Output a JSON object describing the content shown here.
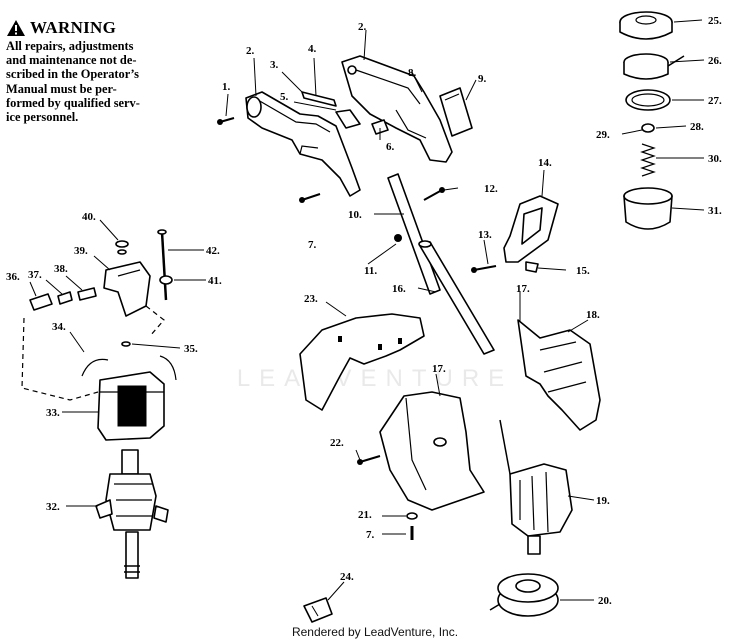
{
  "warning": {
    "title": "WARNING",
    "lines": [
      "All repairs, adjustments",
      "and maintenance not de-",
      "scribed in the Operator’s",
      "Manual must be per-",
      "formed by qualified serv-",
      "ice personnel."
    ]
  },
  "watermark": "LEADVENTURE",
  "footer": "Rendered by LeadVenture, Inc.",
  "callouts": {
    "c1": "1.",
    "c2a": "2.",
    "c2b": "2.",
    "c3": "3.",
    "c4": "4.",
    "c5": "5.",
    "c6": "6.",
    "c7a": "7.",
    "c7b": "7.",
    "c8": "8.",
    "c9": "9.",
    "c10": "10.",
    "c11": "11.",
    "c12": "12.",
    "c13": "13.",
    "c14": "14.",
    "c15": "15.",
    "c16": "16.",
    "c17a": "17.",
    "c17b": "17.",
    "c18": "18.",
    "c19": "19.",
    "c20": "20.",
    "c21": "21.",
    "c22": "22.",
    "c23": "23.",
    "c24": "24.",
    "c25": "25.",
    "c26": "26.",
    "c27": "27.",
    "c28": "28.",
    "c29": "29.",
    "c30": "30.",
    "c31": "31.",
    "c32": "32.",
    "c33": "33.",
    "c34": "34.",
    "c35": "35.",
    "c36": "36.",
    "c37": "37.",
    "c38": "38.",
    "c39": "39.",
    "c40": "40.",
    "c41": "41.",
    "c42": "42."
  }
}
